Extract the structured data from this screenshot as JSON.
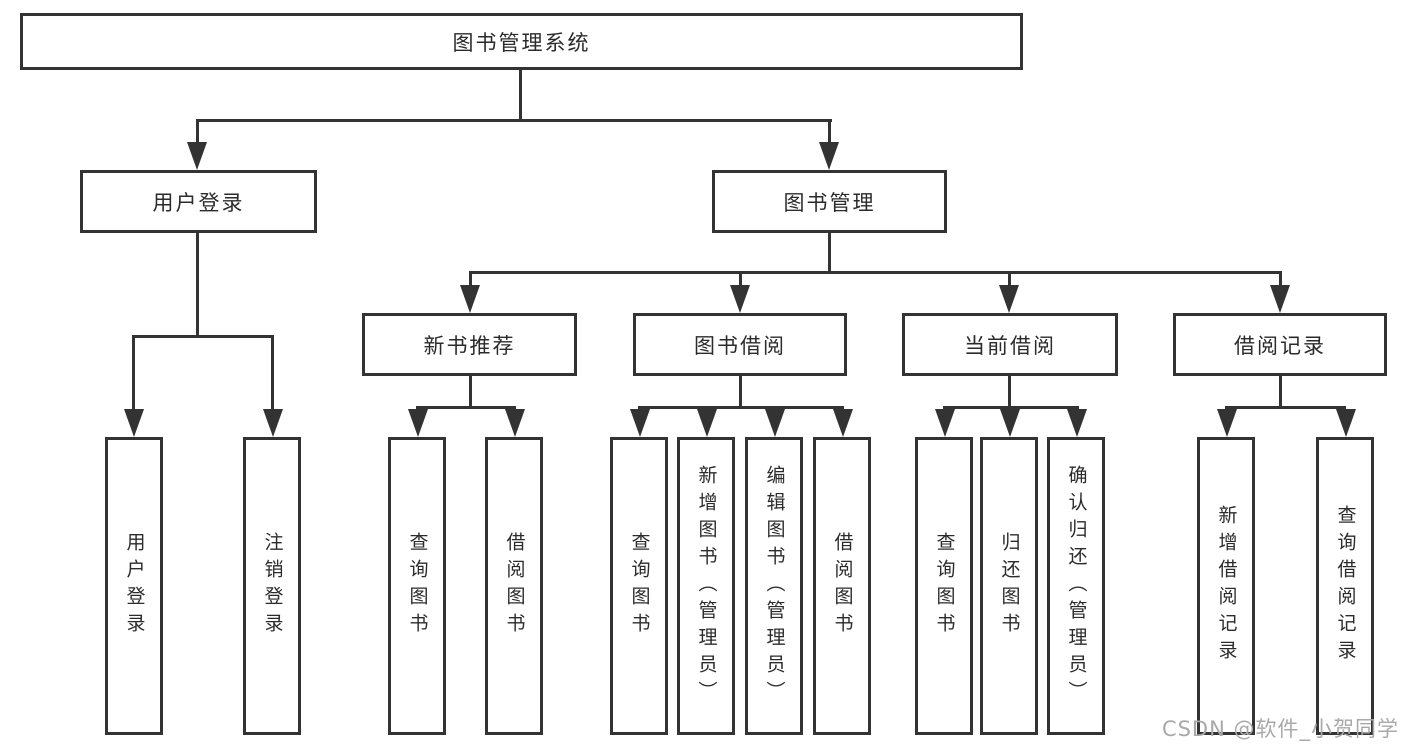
{
  "diagram": {
    "title": "图书管理系统",
    "root": {
      "label": "图书管理系统"
    },
    "level2": [
      {
        "label": "用户登录"
      },
      {
        "label": "图书管理"
      }
    ],
    "level3": [
      {
        "label": "新书推荐",
        "parent": "图书管理"
      },
      {
        "label": "图书借阅",
        "parent": "图书管理"
      },
      {
        "label": "当前借阅",
        "parent": "图书管理"
      },
      {
        "label": "借阅记录",
        "parent": "图书管理"
      }
    ],
    "leaves": [
      {
        "label": "用户登录",
        "parent": "用户登录"
      },
      {
        "label": "注销登录",
        "parent": "用户登录"
      },
      {
        "label": "查询图书",
        "parent": "新书推荐"
      },
      {
        "label": "借阅图书",
        "parent": "新书推荐"
      },
      {
        "label": "查询图书",
        "parent": "图书借阅"
      },
      {
        "label": "新增图书（管理员）",
        "parent": "图书借阅"
      },
      {
        "label": "编辑图书（管理员）",
        "parent": "图书借阅"
      },
      {
        "label": "借阅图书",
        "parent": "图书借阅"
      },
      {
        "label": "查询图书",
        "parent": "当前借阅"
      },
      {
        "label": "归还图书",
        "parent": "当前借阅"
      },
      {
        "label": "确认归还（管理员）",
        "parent": "当前借阅"
      },
      {
        "label": "新增借阅记录",
        "parent": "借阅记录"
      },
      {
        "label": "查询借阅记录",
        "parent": "借阅记录"
      }
    ],
    "colors": {
      "line": "#333333",
      "text": "#2b2b2b",
      "box_fill": "#ffffff",
      "watermark": "#a9a9a9"
    }
  },
  "watermark": {
    "text": "CSDN @软件_小贺同学"
  }
}
